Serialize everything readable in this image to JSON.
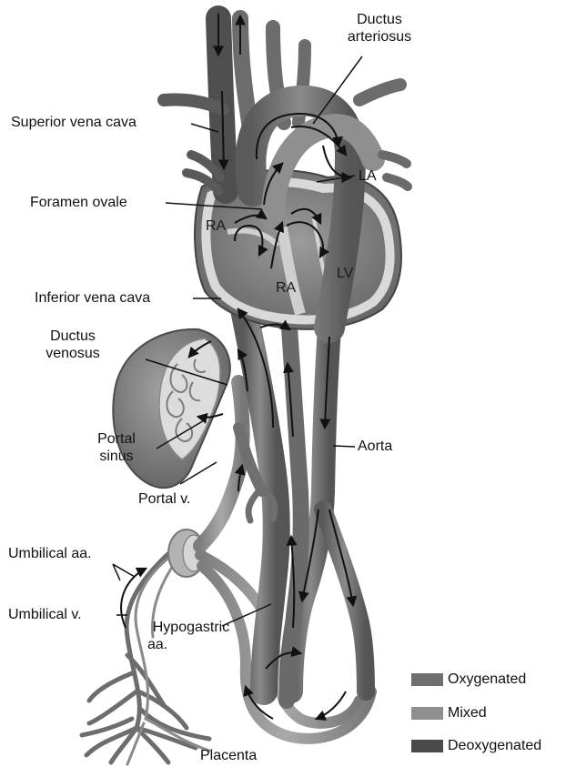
{
  "labels": {
    "ductus_arteriosus_line1": "Ductus",
    "ductus_arteriosus_line2": "arteriosus",
    "superior_vena_cava": "Superior vena cava",
    "la": "LA",
    "foramen_ovale": "Foramen ovale",
    "ra_upper": "RA",
    "ra_lower": "RA",
    "lv": "LV",
    "inferior_vena_cava": "Inferior vena cava",
    "ductus_venosus_line1": "Ductus",
    "ductus_venosus_line2": "venosus",
    "portal_sinus_line1": "Portal",
    "portal_sinus_line2": "sinus",
    "aorta": "Aorta",
    "portal_v": "Portal v.",
    "umbilical_aa": "Umbilical aa.",
    "umbilical_v": "Umbilical v.",
    "hypogastric_line1": "Hypogastric",
    "hypogastric_line2": "aa.",
    "placenta": "Placenta"
  },
  "legend": [
    {
      "label": "Oxygenated",
      "color": "#6f6f6f"
    },
    {
      "label": "Mixed",
      "color": "#8f8f8f"
    },
    {
      "label": "Deoxygenated",
      "color": "#4a4a4a"
    }
  ],
  "colors": {
    "oxygenated": "#6f6f6f",
    "mixed": "#8f8f8f",
    "deoxygenated": "#4a4a4a",
    "heart_wall": "#b9b9b9",
    "liver": "#8a8a8a",
    "arrow": "#111111"
  }
}
